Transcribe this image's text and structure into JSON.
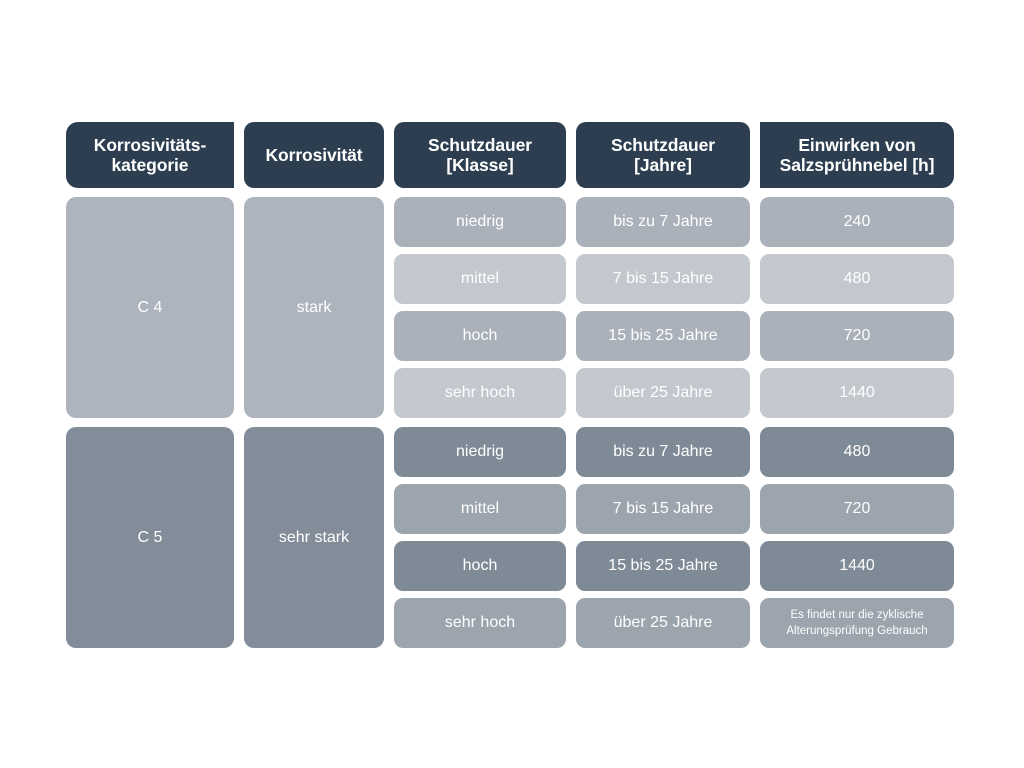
{
  "table": {
    "columns": [
      {
        "key": "kategorie",
        "label": "Korrosivitäts-\nkategorie"
      },
      {
        "key": "korrosivitaet",
        "label": "Korrosivität"
      },
      {
        "key": "klasse",
        "label": "Schutzdauer\n[Klasse]"
      },
      {
        "key": "jahre",
        "label": "Schutzdauer\n[Jahre]"
      },
      {
        "key": "salz",
        "label": "Einwirken von\nSalzsprühnebel [h]"
      }
    ],
    "groups": [
      {
        "id": "c4",
        "kategorie": "C 4",
        "korrosivitaet": "stark",
        "block_color": "#adb4bd",
        "row_colors": [
          "#aab1ba",
          "#c3c7ce"
        ],
        "rows": [
          {
            "klasse": "niedrig",
            "jahre": "bis zu 7 Jahre",
            "salz": "240"
          },
          {
            "klasse": "mittel",
            "jahre": "7 bis 15 Jahre",
            "salz": "480"
          },
          {
            "klasse": "hoch",
            "jahre": "15 bis 25 Jahre",
            "salz": "720"
          },
          {
            "klasse": "sehr hoch",
            "jahre": "über 25 Jahre",
            "salz": "1440"
          }
        ]
      },
      {
        "id": "c5",
        "kategorie": "C 5",
        "korrosivitaet": "sehr stark",
        "block_color": "#838d99",
        "row_colors": [
          "#7f8a97",
          "#9ca4ae"
        ],
        "rows": [
          {
            "klasse": "niedrig",
            "jahre": "bis zu 7 Jahre",
            "salz": "480"
          },
          {
            "klasse": "mittel",
            "jahre": "7 bis 15 Jahre",
            "salz": "720"
          },
          {
            "klasse": "hoch",
            "jahre": "15 bis 25 Jahre",
            "salz": "1440"
          },
          {
            "klasse": "sehr hoch",
            "jahre": "über 25 Jahre",
            "salz": "Es findet nur die zyklische\nAlterungsprüfung Gebrauch",
            "salz_is_note": true
          }
        ]
      }
    ]
  },
  "colors": {
    "header_background": "#2c3e50",
    "header_text": "#ffffff",
    "cell_text": "#ffffff",
    "page_background": "#ffffff"
  }
}
